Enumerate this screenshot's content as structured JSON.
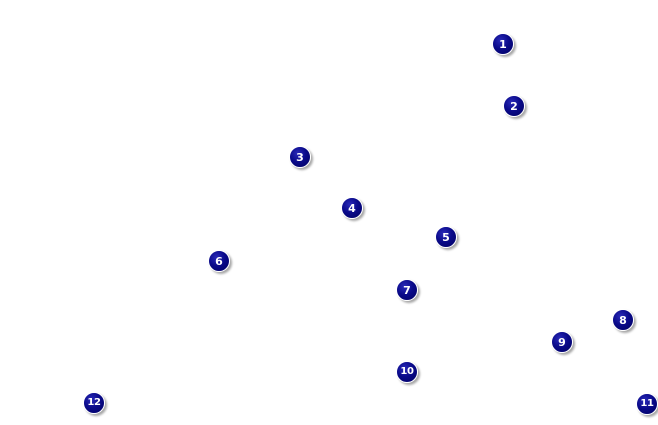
{
  "markers": [
    {
      "label": "1"
    },
    {
      "label": "2"
    },
    {
      "label": "3"
    },
    {
      "label": "4"
    },
    {
      "label": "5"
    },
    {
      "label": "6"
    },
    {
      "label": "7"
    },
    {
      "label": "8"
    },
    {
      "label": "9"
    },
    {
      "label": "10"
    },
    {
      "label": "11"
    },
    {
      "label": "12"
    }
  ],
  "colors": {
    "marker_fill": "#0a0a8a",
    "marker_text": "#ffffff",
    "background": "#ffffff"
  }
}
